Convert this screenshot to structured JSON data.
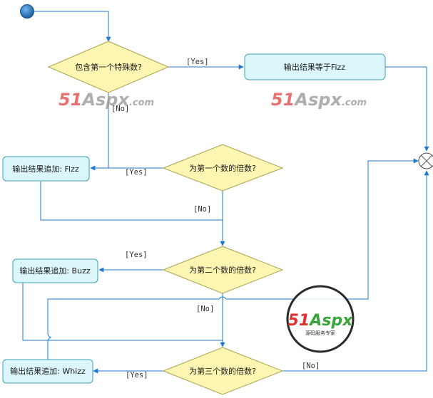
{
  "decisions": {
    "special_number": "包含第一个特殊数?",
    "multiple_first": "为第一个数的倍数?",
    "multiple_second": "为第二个数的倍数?",
    "multiple_third": "为第三个数的倍数?"
  },
  "actions": {
    "output_fizz": "输出结果等于Fizz",
    "append_fizz": "输出结果追加: Fizz",
    "append_buzz": "输出结果追加: Buzz",
    "append_whizz": "输出结果追加: Whizz"
  },
  "guards": {
    "yes": "[Yes]",
    "no": "[No]"
  },
  "watermark": {
    "text_51": "51",
    "text_aspx": "Aspx",
    "text_com": ".com",
    "logo_sub": "源码服务专家"
  },
  "colors": {
    "edge": "#1f78d1",
    "decision_fill": "#fdf6b3",
    "action_fill": "#dcf7fb",
    "watermark_red": "#e05050",
    "watermark_green": "#3aa53a"
  }
}
